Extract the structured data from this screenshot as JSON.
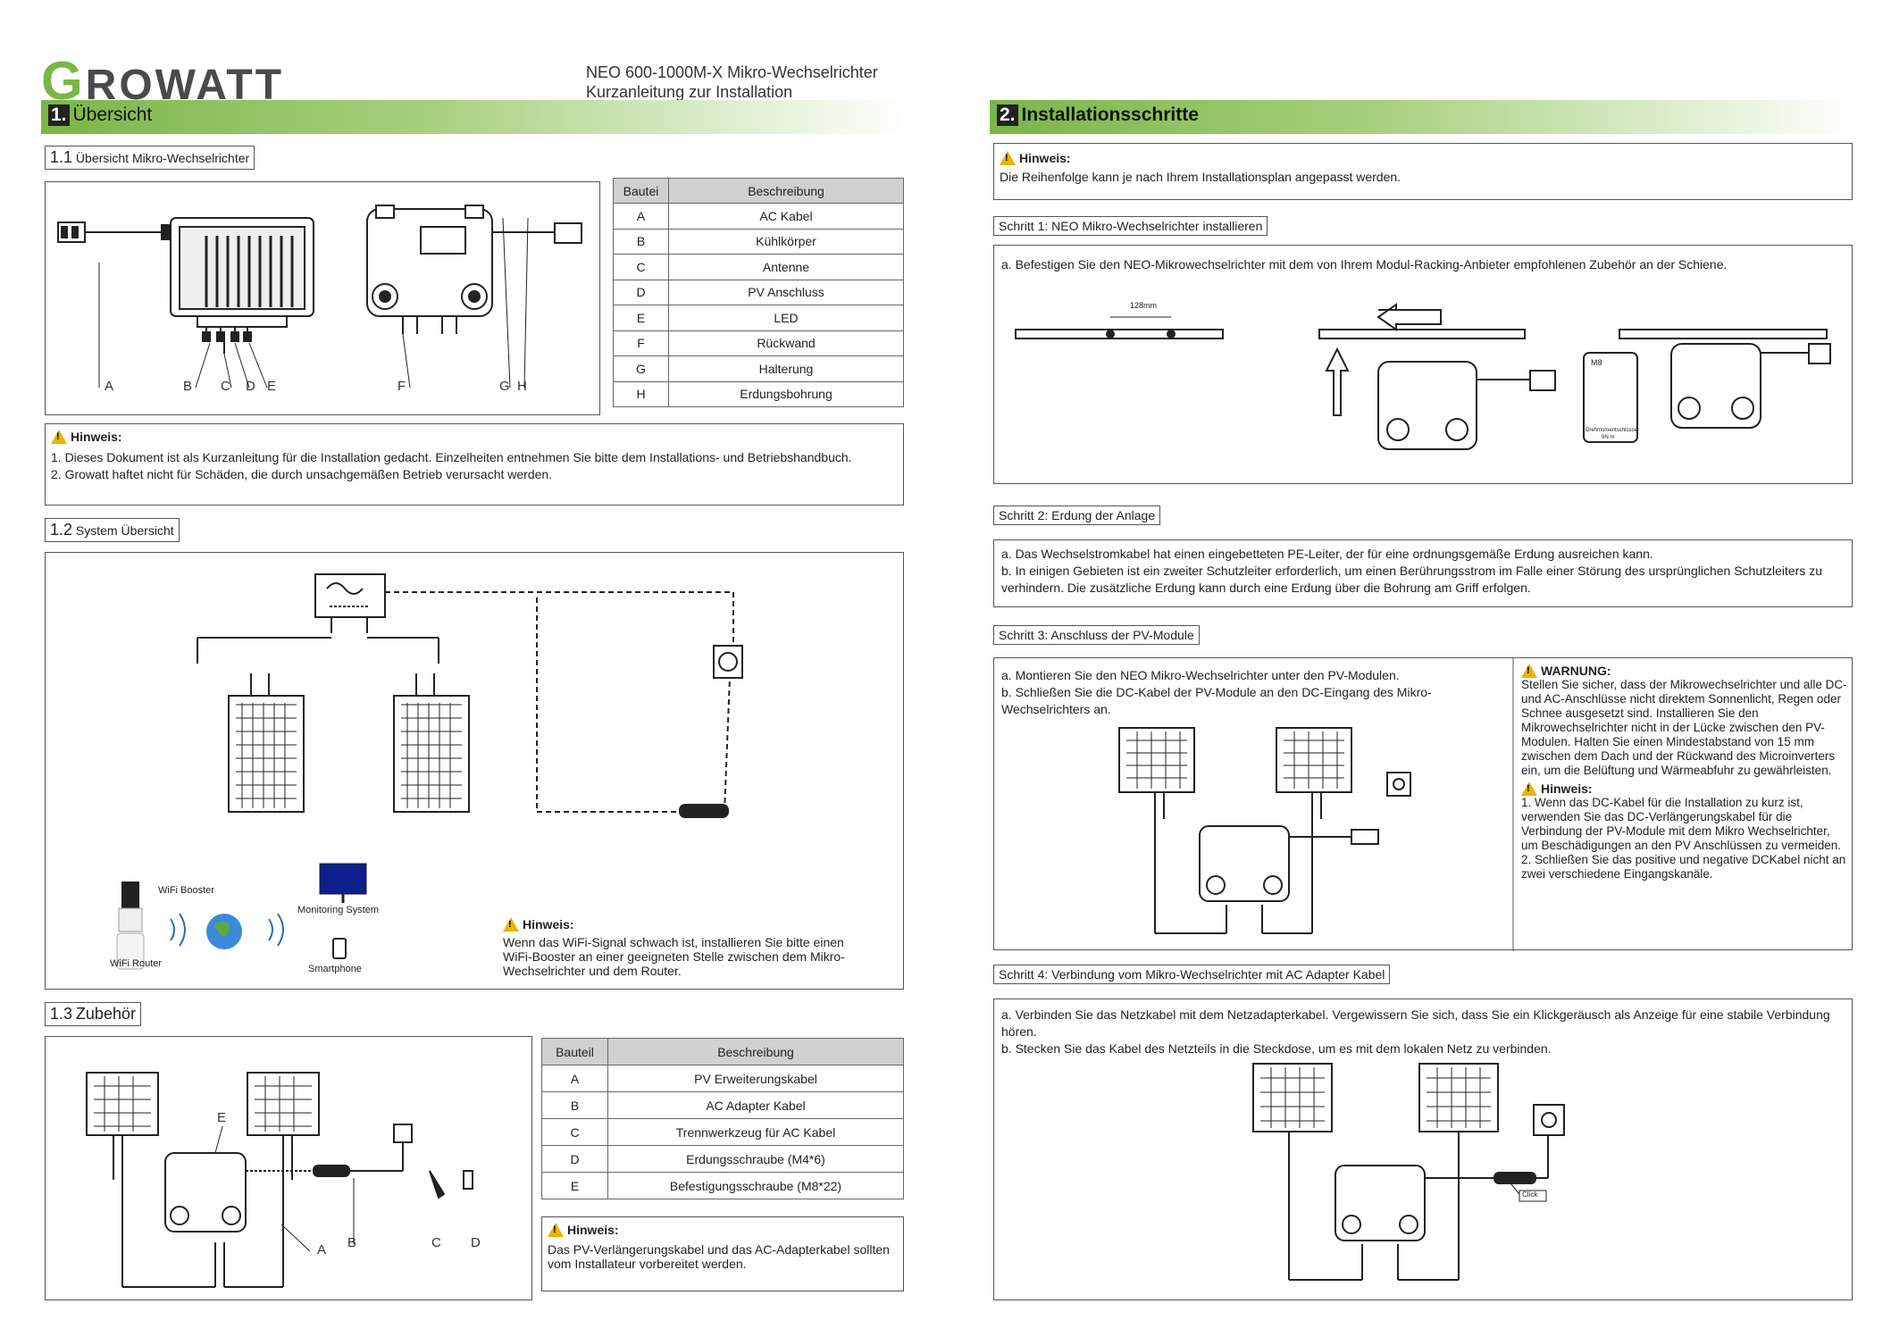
{
  "brand": {
    "logo_first": "G",
    "logo_rest": "ROWATT",
    "color": "#7ab648"
  },
  "doc": {
    "title_line1": "NEO 600-1000M-X Mikro-Wechselrichter",
    "title_line2": "Kurzanleitung zur Installation"
  },
  "sec1": {
    "num": "1.",
    "title": "Übersicht",
    "s11": {
      "num": "1.1",
      "title": "Übersicht Mikro-Wechselrichter"
    },
    "labels": [
      "A",
      "B",
      "C",
      "D",
      "E",
      "F",
      "G",
      "H"
    ],
    "table": {
      "headers": [
        "Bautei",
        "Beschreibung"
      ],
      "rows": [
        [
          "A",
          "AC Kabel"
        ],
        [
          "B",
          "Kühlkörper"
        ],
        [
          "C",
          "Antenne"
        ],
        [
          "D",
          "PV Anschluss"
        ],
        [
          "E",
          "LED"
        ],
        [
          "F",
          "Rückwand"
        ],
        [
          "G",
          "Halterung"
        ],
        [
          "H",
          "Erdungsbohrung"
        ]
      ]
    },
    "note": {
      "title": "Hinweis:",
      "line1": "1. Dieses Dokument ist als Kurzanleitung für die Installation gedacht. Einzelheiten entnehmen Sie bitte dem Installations- und Betriebshandbuch.",
      "line2": "2. Growatt haftet nicht für Schäden, die durch unsachgemäßen Betrieb verursacht werden."
    },
    "s12": {
      "num": "1.2",
      "title": "System Übersicht"
    },
    "system": {
      "wifi_booster": "WiFi Booster",
      "wifi_router": "WiFi Router",
      "monitoring": "Monitoring System",
      "smartphone": "Smartphone",
      "note_title": "Hinweis:",
      "note_text": "Wenn das WiFi-Signal schwach ist, installieren Sie bitte einen WiFi-Booster an einer geeigneten Stelle zwischen dem Mikro-Wechselrichter und dem Router."
    },
    "s13": {
      "num": "1.3",
      "title": "Zubehör"
    },
    "acc_labels": {
      "a": "A",
      "b": "B",
      "c": "C",
      "d": "D",
      "e": "E"
    },
    "acc_table": {
      "headers": [
        "Bauteil",
        "Beschreibung"
      ],
      "rows": [
        [
          "A",
          "PV Erweiterungskabel"
        ],
        [
          "B",
          "AC Adapter Kabel"
        ],
        [
          "C",
          "Trennwerkzeug für AC Kabel"
        ],
        [
          "D",
          "Erdungsschraube (M4*6)"
        ],
        [
          "E",
          "Befestigungsschraube (M8*22)"
        ]
      ]
    },
    "acc_note": {
      "title": "Hinweis:",
      "text": "Das PV-Verlängerungskabel und das AC-Adapterkabel sollten vom Installateur vorbereitet werden."
    }
  },
  "sec2": {
    "num": "2.",
    "title": "Installationsschritte",
    "intro_note": {
      "title": "Hinweis:",
      "text": "Die Reihenfolge kann je nach Ihrem Installationsplan angepasst werden."
    },
    "step1": {
      "title": "Schritt 1: NEO Mikro-Wechselrichter installieren",
      "a": "a. Befestigen Sie den NEO-Mikrowechselrichter mit dem von Ihrem Modul-Racking-Anbieter empfohlenen Zubehör an der Schiene.",
      "dim": "128mm",
      "bolt": "M8",
      "torque": "Drehmomentschlüssel",
      "torque_val": "9N·m"
    },
    "step2": {
      "title": "Schritt 2: Erdung der Anlage",
      "a": "a. Das Wechselstromkabel hat einen eingebetteten PE-Leiter, der für eine ordnungsgemäße Erdung ausreichen kann.",
      "b": "b. In einigen Gebieten ist ein zweiter Schutzleiter erforderlich, um einen Berührungsstrom im Falle einer Störung des ursprünglichen Schutzleiters zu verhindern. Die zusätzliche Erdung kann durch eine Erdung über die Bohrung am Griff erfolgen."
    },
    "step3": {
      "title": "Schritt 3: Anschluss der PV-Module",
      "a": "a. Montieren Sie den NEO Mikro-Wechselrichter unter den PV-Modulen.",
      "b": "b. Schließen Sie die DC-Kabel der PV-Module an den DC-Eingang des Mikro-Wechselrichters an.",
      "warn_title": "WARNUNG:",
      "warn_text": "Stellen Sie sicher, dass der Mikrowechselrichter und alle DC- und AC-Anschlüsse nicht direktem Sonnenlicht, Regen oder Schnee ausgesetzt sind. Installieren Sie den Mikrowechselrichter nicht in der Lücke zwischen den PV-Modulen. Halten Sie einen Mindestabstand von 15 mm zwischen dem Dach und der Rückwand des Microinverters ein, um die Belüftung und Wärmeabfuhr zu gewährleisten.",
      "note_title": "Hinweis:",
      "note1": "1. Wenn das DC-Kabel für die Installation zu kurz ist, verwenden Sie das DC-Verlängerungskabel für die Verbindung der PV-Module mit dem Mikro Wechselrichter, um Beschädigungen an den PV Anschlüssen zu vermeiden.",
      "note2": "2. Schließen Sie das positive und negative DCKabel nicht an zwei verschiedene Eingangskanäle."
    },
    "step4": {
      "title": "Schritt 4: Verbindung vom Mikro-Wechselrichter mit AC Adapter Kabel",
      "a": "a. Verbinden Sie das Netzkabel mit dem Netzadapterkabel. Vergewissern Sie sich, dass Sie ein Klickgeräusch als Anzeige für eine stabile Verbindung hören.",
      "b": "b. Stecken Sie das Kabel des Netzteils in die Steckdose, um es mit dem lokalen Netz zu verbinden.",
      "click": "Click"
    }
  }
}
